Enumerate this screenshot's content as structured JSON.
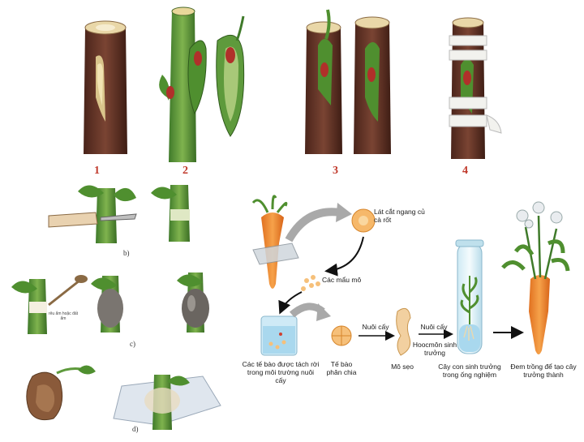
{
  "grafting_steps": [
    "1",
    "2",
    "3",
    "4"
  ],
  "layering_labels": {
    "b": "b)",
    "c": "c)",
    "d": "d)",
    "annotation": "rêu ẩm hoặc đất ẩm"
  },
  "tissue_culture": {
    "slice_label": "Lát cắt ngang củ cà rốt",
    "explant_label": "Các mẩu mô",
    "isolated_cells": "Các tế bào được tách rời trong môi trường nuôi cấy",
    "dividing_cells": "Tế bào phân chia",
    "culture_arrow_1": "Nuôi cấy",
    "callus": "Mô sẹo",
    "culture_arrow_2": "Nuôi cấy",
    "hormone": "Hoocmôn sinh trưởng",
    "plantlet": "Cây con sinh trưởng trong ống nghiệm",
    "mature": "Đem trồng để tạo cây trưởng thành"
  },
  "colors": {
    "bark": "#6b3a2a",
    "stem_green": "#5e9a3c",
    "carrot": "#e8892b",
    "leaf": "#4f8f2f",
    "bud_red": "#b0302a"
  }
}
